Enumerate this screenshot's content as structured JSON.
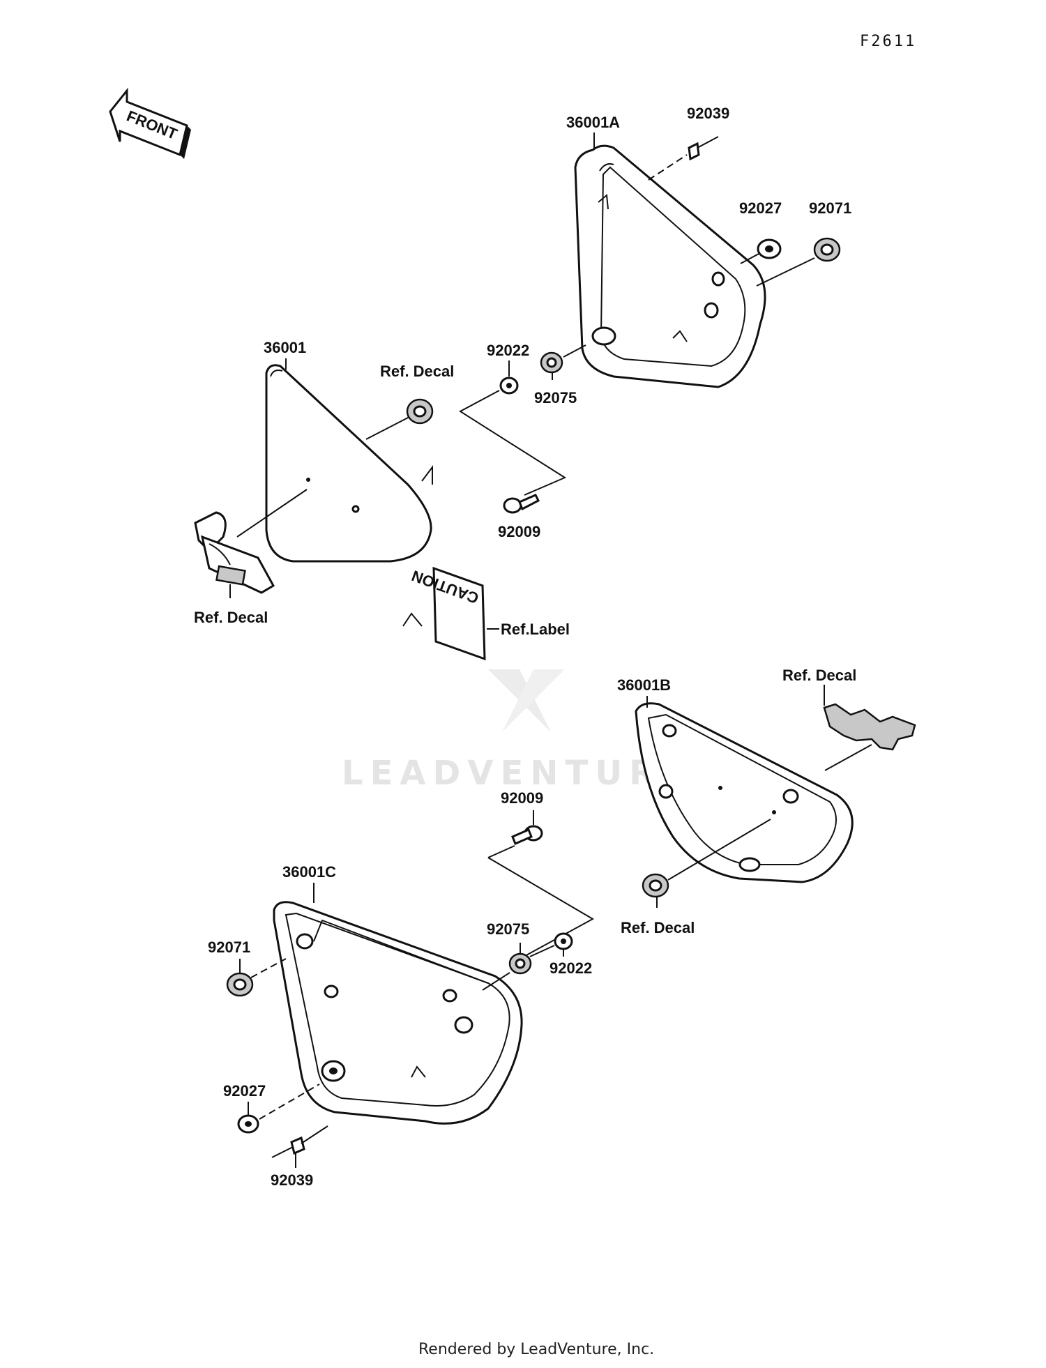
{
  "diagram_code": "F2611",
  "front_arrow_text": "FRONT",
  "watermark_text": "LEADVENTURE",
  "footer_text": "Rendered by LeadVenture, Inc.",
  "caution_label_text": "CAUTION",
  "labels": {
    "p36001A": "36001A",
    "p92039_top": "92039",
    "p92027_top": "92027",
    "p92071_top": "92071",
    "p36001": "36001",
    "ref_decal_1": "Ref. Decal",
    "p92022_top": "92022",
    "p92075_top": "92075",
    "p92009_top": "92009",
    "ref_decal_vulcan": "Ref. Decal",
    "ref_label": "Ref.Label",
    "p36001B": "36001B",
    "ref_decal_2": "Ref. Decal",
    "p92009_bottom": "92009",
    "ref_decal_3": "Ref. Decal",
    "p36001C": "36001C",
    "p92075_bottom": "92075",
    "p92071_bottom": "92071",
    "p92022_bottom": "92022",
    "p92027_bottom": "92027",
    "p92039_bottom": "92039"
  }
}
